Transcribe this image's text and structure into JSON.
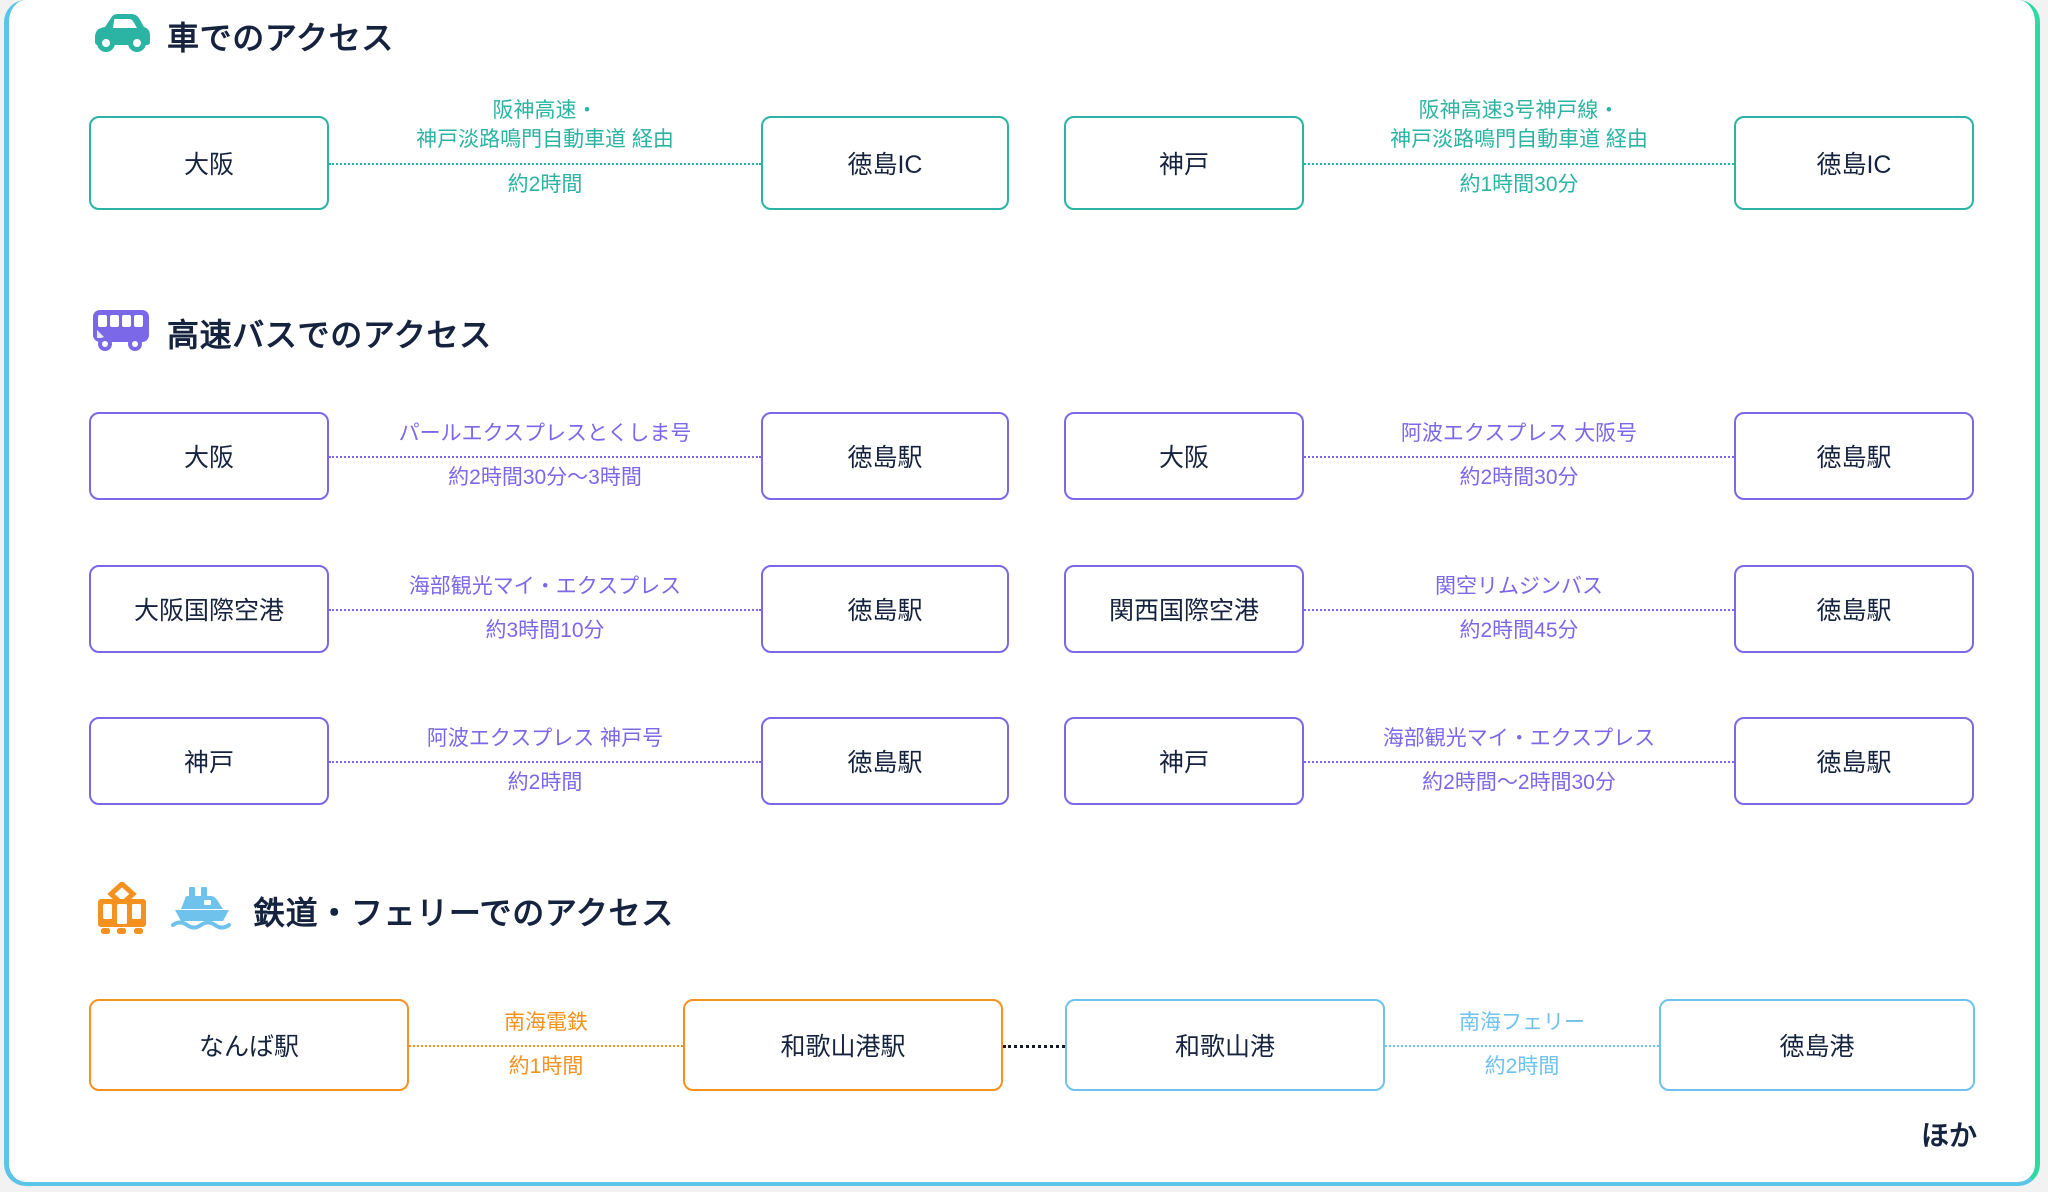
{
  "footer": {
    "more_label": "ほか"
  },
  "theme": {
    "car": "#2bb3a3",
    "bus": "#7b68e8",
    "rail": "#f5911e",
    "ferry": "#6fc2ec",
    "walk": "#111827",
    "heading_text": "#16233f",
    "card_border_left": "#5bc5e8",
    "card_border_right": "#2ed9a4",
    "background": "#ffffff"
  },
  "sections": [
    {
      "id": "car",
      "title": "車でのアクセス",
      "icon": "car-icon",
      "routes": [
        {
          "from": "大阪",
          "to": "徳島IC",
          "via": "阪神高速・\n神戸淡路鳴門自動車道 経由",
          "via_line1": "阪神高速・",
          "via_line2": "神戸淡路鳴門自動車道 経由",
          "duration": "約2時間"
        },
        {
          "from": "神戸",
          "to": "徳島IC",
          "via": "阪神高速3号神戸線・\n神戸淡路鳴門自動車道 経由",
          "via_line1": "阪神高速3号神戸線・",
          "via_line2": "神戸淡路鳴門自動車道 経由",
          "duration": "約1時間30分"
        }
      ]
    },
    {
      "id": "bus",
      "title": "高速バスでのアクセス",
      "icon": "bus-icon",
      "routes": [
        {
          "from": "大阪",
          "to": "徳島駅",
          "via": "パールエクスプレスとくしま号",
          "duration": "約2時間30分〜3時間"
        },
        {
          "from": "大阪",
          "to": "徳島駅",
          "via": "阿波エクスプレス 大阪号",
          "duration": "約2時間30分"
        },
        {
          "from": "大阪国際空港",
          "to": "徳島駅",
          "via": "海部観光マイ・エクスプレス",
          "duration": "約3時間10分"
        },
        {
          "from": "関西国際空港",
          "to": "徳島駅",
          "via": "関空リムジンバス",
          "duration": "約2時間45分"
        },
        {
          "from": "神戸",
          "to": "徳島駅",
          "via": "阿波エクスプレス 神戸号",
          "duration": "約2時間"
        },
        {
          "from": "神戸",
          "to": "徳島駅",
          "via": "海部観光マイ・エクスプレス",
          "duration": "約2時間〜2時間30分"
        }
      ]
    },
    {
      "id": "rail-ferry",
      "title": "鉄道・フェリーでのアクセス",
      "icons": [
        "tram-icon",
        "ferry-icon"
      ],
      "chain": {
        "nodes": [
          "なんば駅",
          "和歌山港駅",
          "和歌山港",
          "徳島港"
        ],
        "legs": [
          {
            "via": "南海電鉄",
            "duration": "約1時間",
            "mode": "rail"
          },
          {
            "via": "",
            "duration": "",
            "mode": "walk"
          },
          {
            "via": "南海フェリー",
            "duration": "約2時間",
            "mode": "ferry"
          }
        ]
      }
    }
  ]
}
